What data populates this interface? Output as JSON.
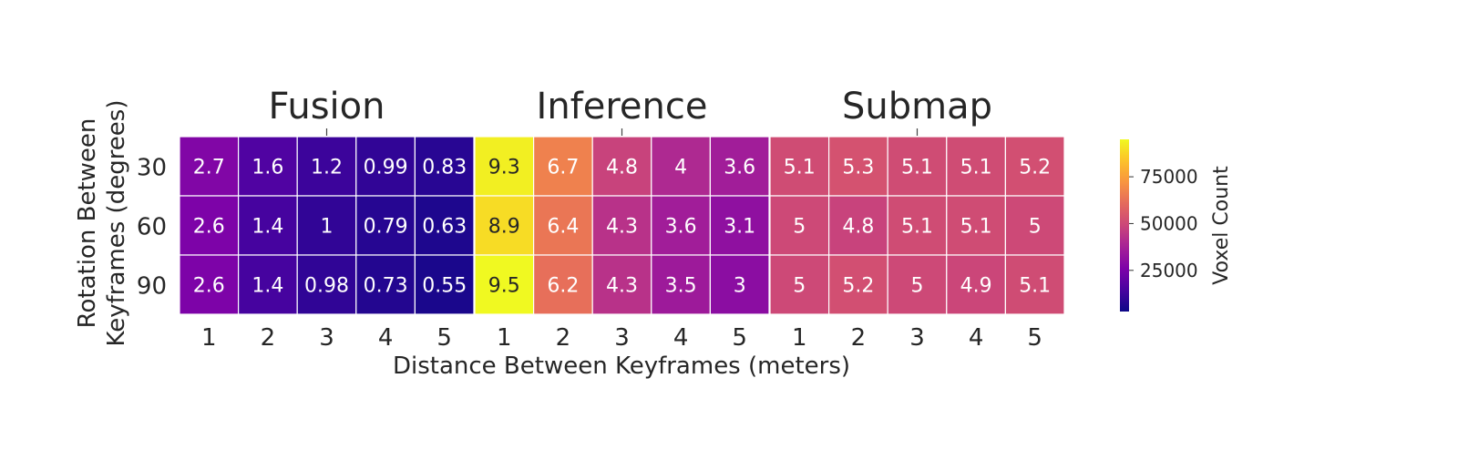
{
  "chart_data": {
    "type": "heatmap",
    "xlabel": "Distance Between Keyframes (meters)",
    "ylabel_lines": [
      "Rotation Between",
      "Keyframes (degrees)"
    ],
    "y_categories": [
      "30",
      "60",
      "90"
    ],
    "colormap": "plasma",
    "colorbar": {
      "label": "Voxel Count",
      "range": [
        3000,
        95000
      ],
      "ticks": [
        25000,
        50000,
        75000
      ],
      "tick_labels": [
        "25000",
        "50000",
        "75000"
      ]
    },
    "panels": [
      {
        "title": "Fusion",
        "x_categories": [
          "1",
          "2",
          "3",
          "4",
          "5"
        ],
        "labels": [
          [
            "2.7",
            "1.6",
            "1.2",
            "0.99",
            "0.83"
          ],
          [
            "2.6",
            "1.4",
            "1",
            "0.79",
            "0.63"
          ],
          [
            "2.6",
            "1.4",
            "0.98",
            "0.73",
            "0.55"
          ]
        ],
        "voxel_counts": [
          [
            27000,
            16000,
            12000,
            9900,
            8300
          ],
          [
            26000,
            14000,
            10000,
            7900,
            6300
          ],
          [
            26000,
            14000,
            9800,
            7300,
            5500
          ]
        ]
      },
      {
        "title": "Inference",
        "x_categories": [
          "1",
          "2",
          "3",
          "4",
          "5"
        ],
        "labels": [
          [
            "9.3",
            "6.7",
            "4.8",
            "4",
            "3.6"
          ],
          [
            "8.9",
            "6.4",
            "4.3",
            "3.6",
            "3.1"
          ],
          [
            "9.5",
            "6.2",
            "4.3",
            "3.5",
            "3"
          ]
        ],
        "voxel_counts": [
          [
            93000,
            67000,
            48000,
            40000,
            36000
          ],
          [
            89000,
            64000,
            43000,
            36000,
            31000
          ],
          [
            95000,
            62000,
            43000,
            35000,
            30000
          ]
        ]
      },
      {
        "title": "Submap",
        "x_categories": [
          "1",
          "2",
          "3",
          "4",
          "5"
        ],
        "labels": [
          [
            "5.1",
            "5.3",
            "5.1",
            "5.1",
            "5.2"
          ],
          [
            "5",
            "4.8",
            "5.1",
            "5.1",
            "5"
          ],
          [
            "5",
            "5.2",
            "5",
            "4.9",
            "5.1"
          ]
        ],
        "voxel_counts": [
          [
            51000,
            53000,
            51000,
            51000,
            52000
          ],
          [
            50000,
            48000,
            51000,
            51000,
            50000
          ],
          [
            50000,
            52000,
            50000,
            49000,
            51000
          ]
        ]
      }
    ]
  }
}
